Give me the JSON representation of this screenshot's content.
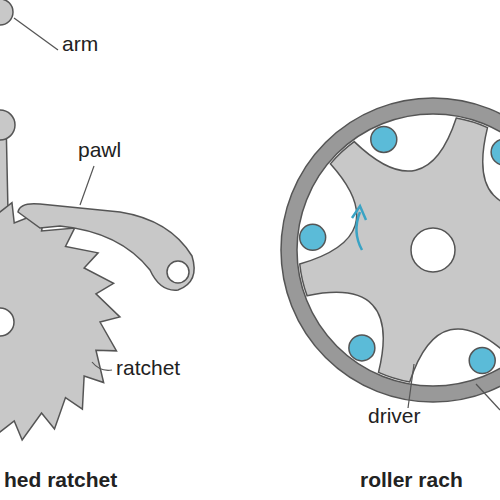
{
  "diagram": {
    "labels": [
      "arm",
      "pawl",
      "ratchet",
      "hed ratchet",
      "driver",
      "roller rach"
    ]
  }
}
